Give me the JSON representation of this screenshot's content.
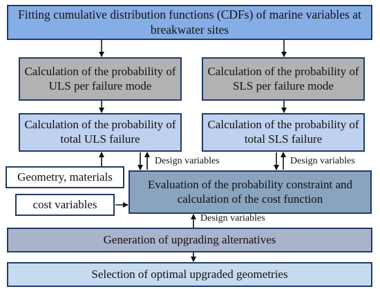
{
  "boxes": {
    "fitting_cdfs": "Fitting cumulative distribution functions (CDFs) of marine variables at breakwater sites",
    "uls_per_mode": "Calculation of the probability of ULS per failure mode",
    "sls_per_mode": "Calculation of the probability of SLS per failure mode",
    "uls_total": "Calculation of the probability of total ULS failure",
    "sls_total": "Calculation of the probability of total SLS failure",
    "geometry_materials": "Geometry, materials",
    "cost_variables": "cost variables",
    "evaluation": "Evaluation of the probability constraint and calculation of the cost function",
    "generation": "Generation of upgrading alternatives",
    "selection": "Selection of optimal upgraded geometries"
  },
  "labels": {
    "design_variables_uls": "Design variables",
    "design_variables_sls": "Design variables",
    "design_variables_gen": "Design variables"
  },
  "colors": {
    "top": "#86aee6",
    "per_mode": "#b2b2b2",
    "total": "#bed1ee",
    "evaluation": "#8aa3bf",
    "generation": "#a9b3cc",
    "selection": "#c6dbf0",
    "border": "#1f3a63"
  }
}
